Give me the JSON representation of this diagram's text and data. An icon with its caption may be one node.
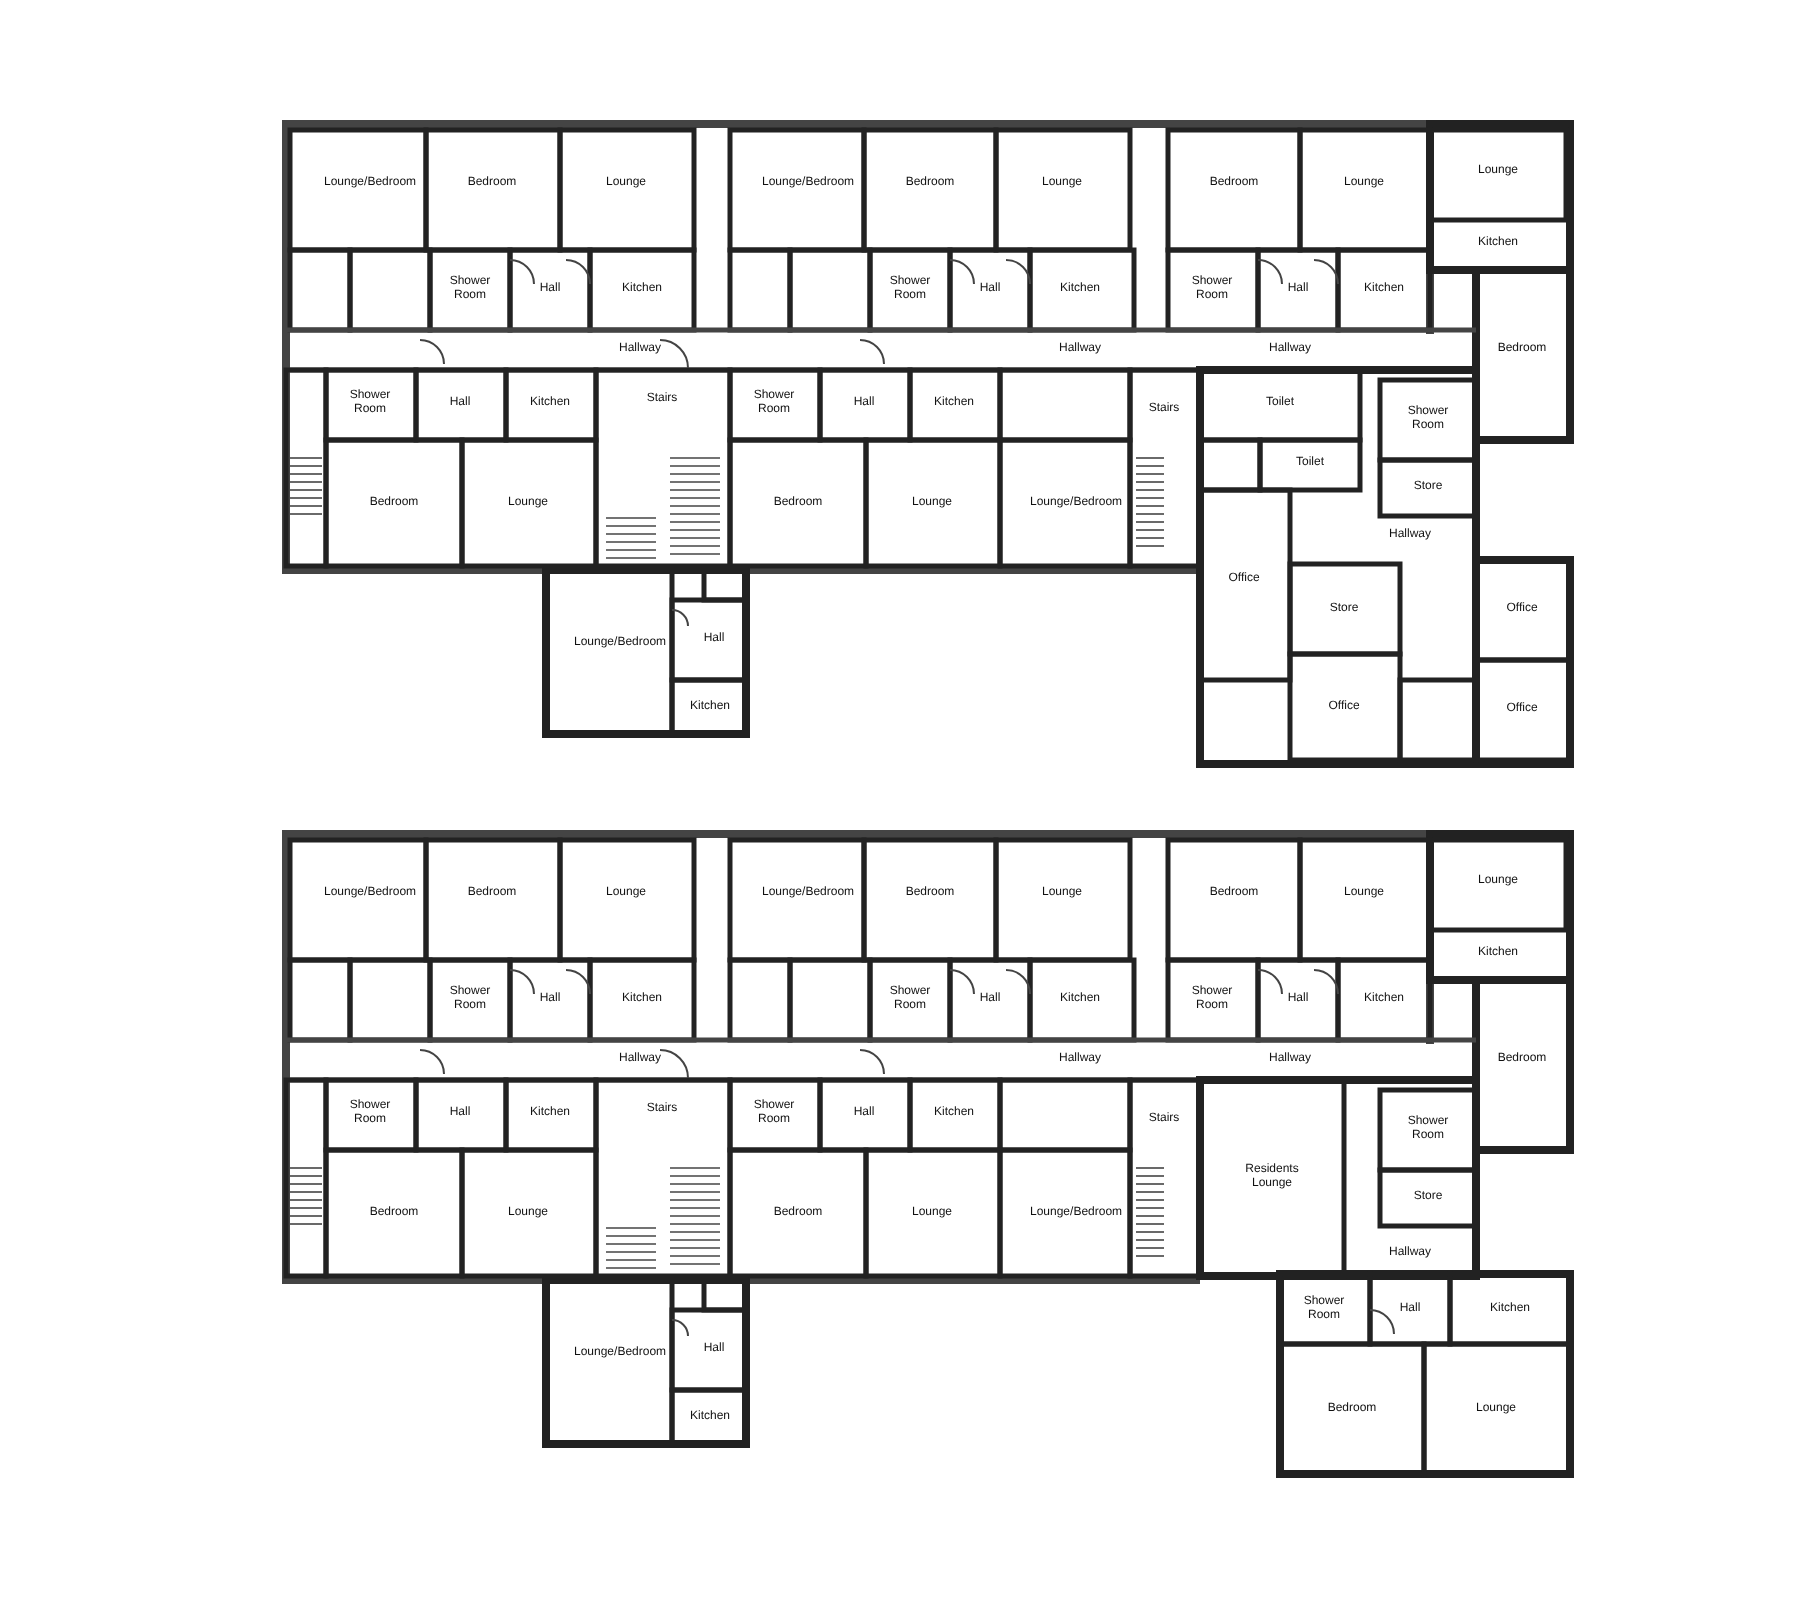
{
  "diagram": {
    "labels": [
      "Lounge/Bedroom",
      "Bedroom",
      "Lounge",
      "Lounge/Bedroom",
      "Bedroom",
      "Lounge",
      "Bedroom",
      "Lounge",
      "Lounge",
      "Shower Room",
      "Hall",
      "Kitchen",
      "Shower Room",
      "Hall",
      "Kitchen",
      "Shower Room",
      "Hall",
      "Kitchen",
      "Kitchen",
      "Hallway",
      "Hallway",
      "Hallway",
      "Bedroom",
      "Shower Room",
      "Hall",
      "Kitchen",
      "Stairs",
      "Shower Room",
      "Hall",
      "Kitchen",
      "Stairs",
      "Bedroom",
      "Lounge",
      "Bedroom",
      "Lounge",
      "Lounge/Bedroom",
      "Lounge/Bedroom",
      "Hall",
      "Kitchen",
      "Toilet",
      "Shower Room",
      "Toilet",
      "Store",
      "Hallway",
      "Office",
      "Store",
      "Office",
      "Office",
      "Office",
      "Lounge/Bedroom",
      "Bedroom",
      "Lounge",
      "Lounge/Bedroom",
      "Bedroom",
      "Lounge",
      "Bedroom",
      "Lounge",
      "Lounge",
      "Shower Room",
      "Hall",
      "Kitchen",
      "Shower Room",
      "Hall",
      "Kitchen",
      "Shower Room",
      "Hall",
      "Kitchen",
      "Kitchen",
      "Hallway",
      "Hallway",
      "Hallway",
      "Bedroom",
      "Shower Room",
      "Hall",
      "Kitchen",
      "Stairs",
      "Shower Room",
      "Hall",
      "Kitchen",
      "Stairs",
      "Bedroom",
      "Lounge",
      "Bedroom",
      "Lounge",
      "Lounge/Bedroom",
      "Lounge/Bedroom",
      "Hall",
      "Kitchen",
      "Shower Room",
      "Residents Lounge",
      "Store",
      "Hallway",
      "Shower Room",
      "Hall",
      "Kitchen",
      "Bedroom",
      "Lounge"
    ]
  }
}
